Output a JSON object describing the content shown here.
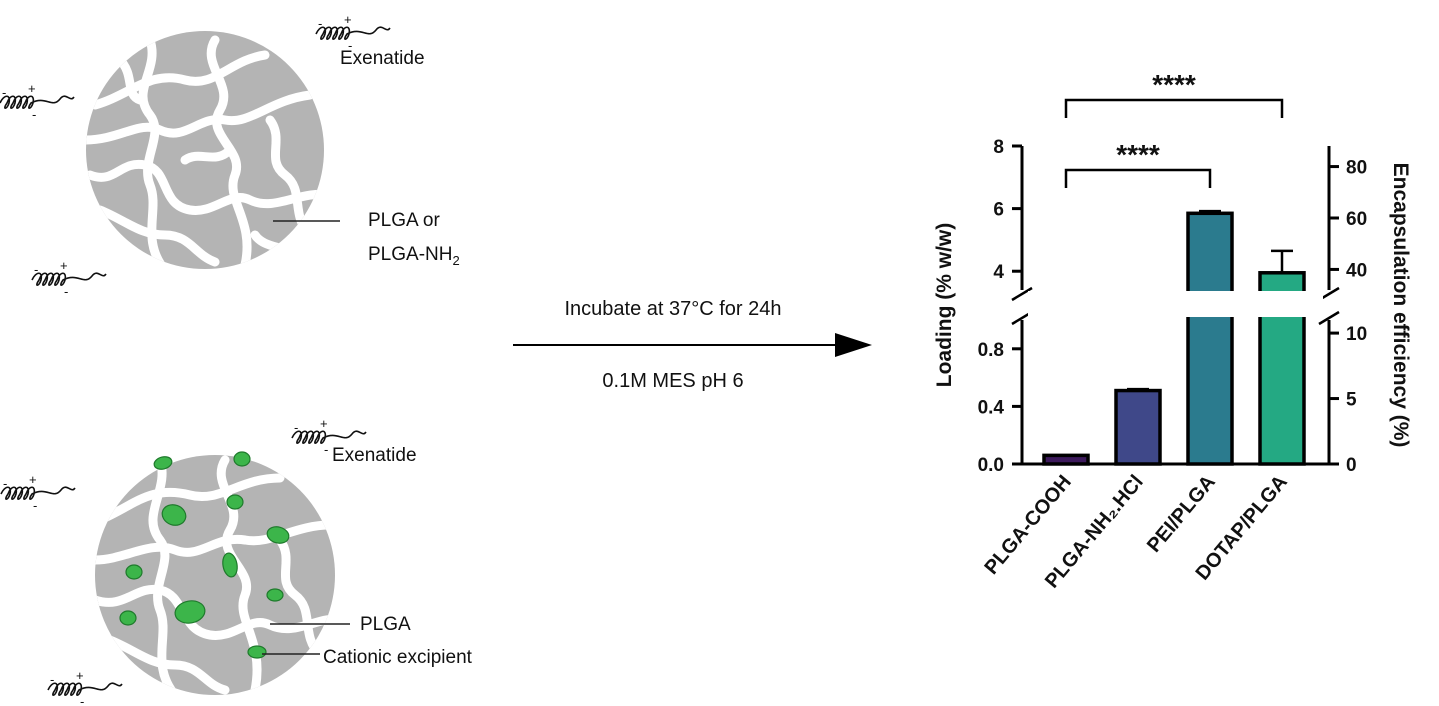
{
  "schematic": {
    "top_particle": {
      "peptide_label": "Exenatide",
      "polymer_label_line1": "PLGA or",
      "polymer_label_line2_prefix": "PLGA-NH",
      "polymer_label_line2_sub": "2"
    },
    "bottom_particle": {
      "peptide_label": "Exenatide",
      "polymer_label": "PLGA",
      "excipient_label": "Cationic excipient"
    },
    "charge_plus": "+",
    "charge_minus": "-",
    "particle_color": "#b4b4b4",
    "excipient_color": "#3cb54a"
  },
  "process": {
    "condition_top": "Incubate at 37°C for 24h",
    "condition_bottom": "0.1M MES pH 6"
  },
  "chart_data": {
    "type": "bar",
    "categories": [
      "PLGA-COOH",
      "PLGA-NH₂.HCl",
      "PEI/PLGA",
      "DOTAP/PLGA"
    ],
    "series": [
      {
        "values": [
          0.06,
          0.51,
          5.85,
          3.95
        ],
        "errors": [
          0.0,
          0.01,
          0.07,
          0.7
        ],
        "colors": [
          "#3d1a5c",
          "#3f4889",
          "#2b7b8e",
          "#24a983"
        ]
      }
    ],
    "ylabel": "Loading (% w/w)",
    "y2label": "Encapsulation efficiency (%)",
    "y_axis": {
      "broken": true,
      "lower_segment": [
        0,
        1.0
      ],
      "upper_segment": [
        3.4,
        8
      ],
      "ticks": [
        0.0,
        0.4,
        0.8,
        4,
        6,
        8
      ],
      "tick_labels": [
        "0.0",
        "0.4",
        "0.8",
        "4",
        "6",
        "8"
      ]
    },
    "y2_axis": {
      "broken": true,
      "lower_segment": [
        0,
        11
      ],
      "upper_segment": [
        32,
        88
      ],
      "ticks": [
        0,
        5,
        10,
        40,
        60,
        80
      ],
      "tick_labels": [
        "0",
        "5",
        "10",
        "40",
        "60",
        "80"
      ]
    },
    "significance": [
      {
        "from": 0,
        "to": 2,
        "label": "****"
      },
      {
        "from": 0,
        "to": 3,
        "label": "****"
      }
    ],
    "grid": false,
    "legend": "none"
  }
}
